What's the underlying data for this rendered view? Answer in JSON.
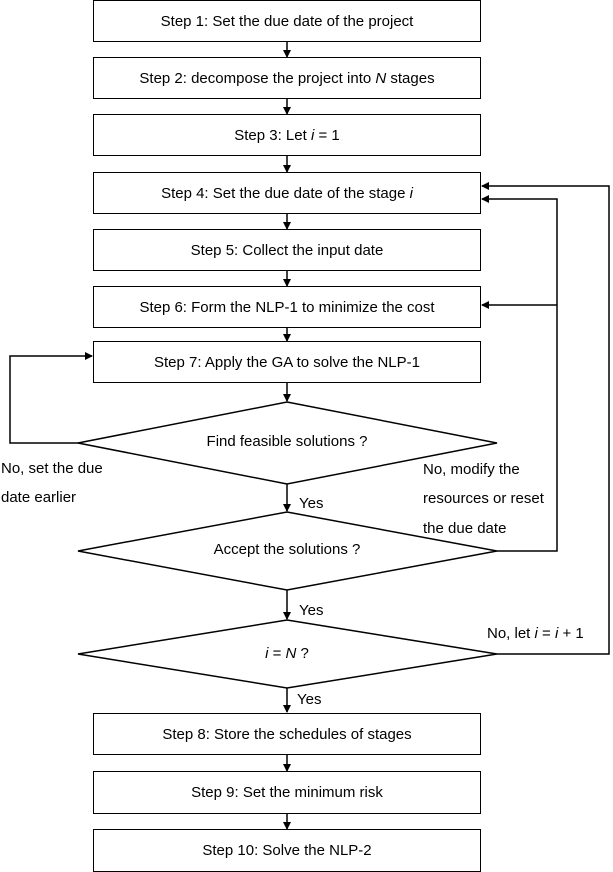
{
  "steps": {
    "s1": "Step 1: Set the due date of the project",
    "s2_pre": "Step 2: decompose the project into ",
    "s2_var": "N",
    "s2_post": " stages",
    "s3_pre": "Step 3: Let ",
    "s3_var": "i",
    "s3_post": " = 1",
    "s4_pre": "Step 4: Set the due date of the stage ",
    "s4_var": "i",
    "s5": "Step 5: Collect the input date",
    "s6": "Step 6: Form the NLP-1 to minimize the cost",
    "s7": "Step 7: Apply the GA to solve the NLP-1",
    "s8": "Step 8: Store the schedules of stages",
    "s9": "Step 9: Set the minimum risk",
    "s10": "Step 10: Solve the NLP-2"
  },
  "decisions": {
    "d1": "Find feasible solutions ?",
    "d2": "Accept the solutions ?",
    "d3_var1": "i",
    "d3_mid": " = ",
    "d3_var2": "N",
    "d3_post": " ?"
  },
  "labels": {
    "yes1": "Yes",
    "yes2": "Yes",
    "yes3": "Yes",
    "no_left_line1": "No, set the due",
    "no_left_line2": "date earlier",
    "no_right_line1": "No, modify the",
    "no_right_line2": "resources or reset",
    "no_right_line3": "the due date",
    "no_i_pre": "No, let ",
    "no_i_var1": "i",
    "no_i_mid": " = ",
    "no_i_var2": "i",
    "no_i_post": " + 1"
  }
}
